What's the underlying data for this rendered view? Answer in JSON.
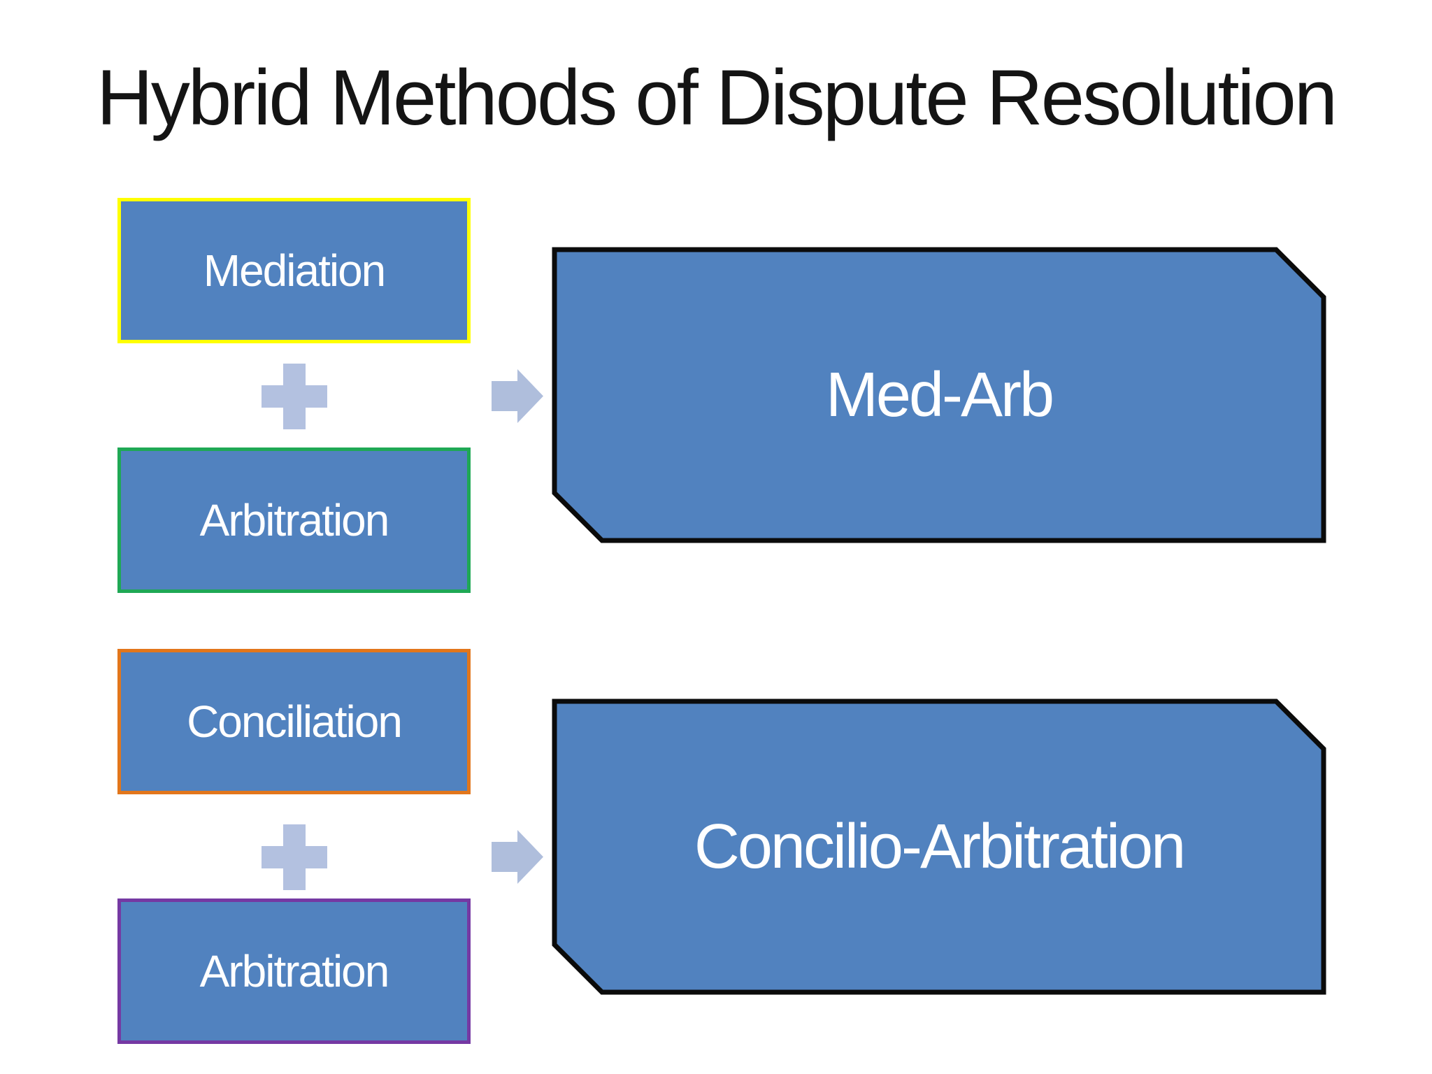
{
  "title": "Hybrid Methods of Dispute Resolution",
  "colors": {
    "background": "#FFFFFF",
    "title_text": "#141414",
    "box_fill": "#5182BF",
    "box_text": "#FFFFFF",
    "result_fill": "#5182BF",
    "result_border": "#0B0B0B",
    "plus_fill": "#B3C1E0",
    "arrow_fill": "#AFBEDC"
  },
  "rows": [
    {
      "inputs": [
        {
          "label": "Mediation",
          "border_color": "#FFFF00"
        },
        {
          "label": "Arbitration",
          "border_color": "#1FA855"
        }
      ],
      "operator_icon": "plus-icon",
      "arrow_icon": "arrow-right-icon",
      "result": {
        "label": "Med-Arb"
      }
    },
    {
      "inputs": [
        {
          "label": "Conciliation",
          "border_color": "#E2761B"
        },
        {
          "label": "Arbitration",
          "border_color": "#7539A3"
        }
      ],
      "operator_icon": "plus-icon",
      "arrow_icon": "arrow-right-icon",
      "result": {
        "label": "Concilio-Arbitration"
      }
    }
  ]
}
